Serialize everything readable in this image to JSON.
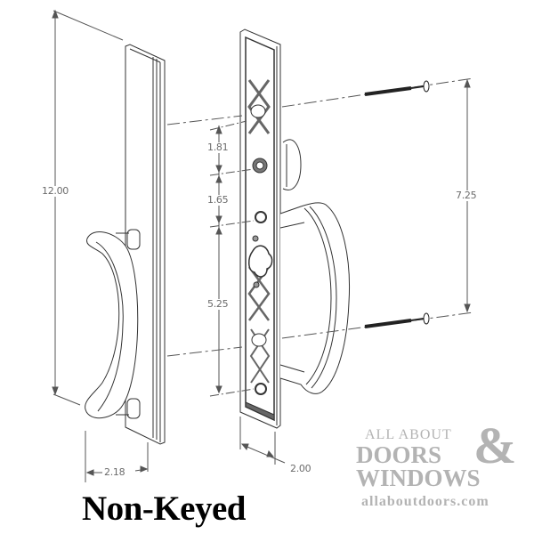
{
  "caption": "Non-Keyed",
  "dimensions": {
    "overall_height": "12.00",
    "mount_spacing": "7.25",
    "top_to_spindle": "1.81",
    "spindle_to_hole": "1.65",
    "hole_spacing": "5.25",
    "handle_projection": "2.18",
    "escutcheon_width": "2.00"
  },
  "logo": {
    "line1": "ALL ABOUT",
    "line2": "DOORS",
    "ampersand": "&",
    "line3": "WINDOWS",
    "url": "allaboutdoors.com",
    "color": "#b3b3b3"
  },
  "parts": [
    "exterior-escutcheon-with-handle",
    "interior-escutcheon-with-handle-and-thumbturn",
    "mounting-screw-top",
    "mounting-screw-bottom"
  ]
}
